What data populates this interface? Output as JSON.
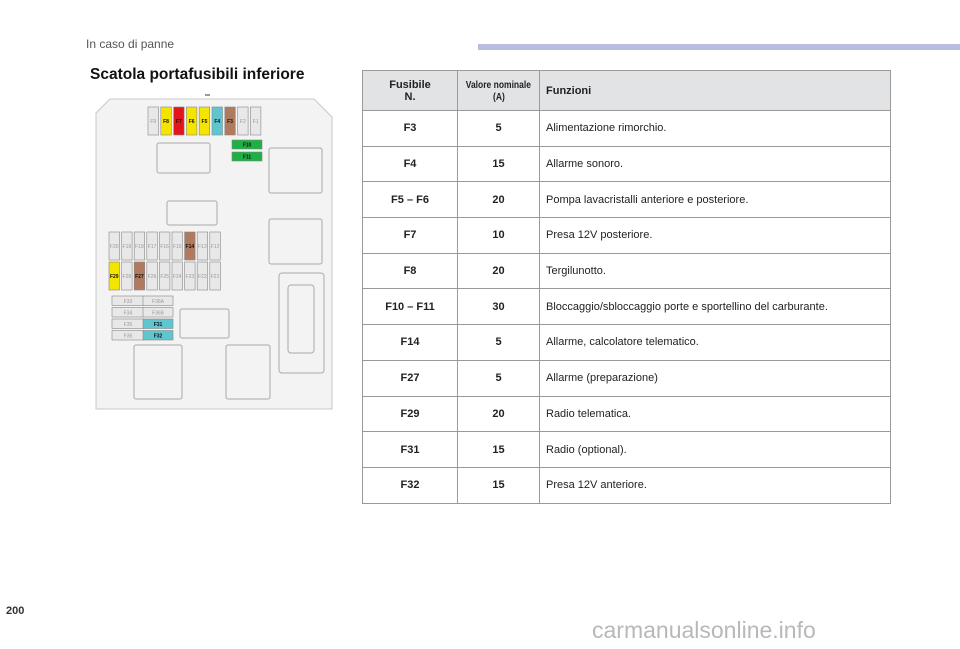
{
  "header": {
    "chapter": "In caso di panne",
    "bar_color": "#b9bde0"
  },
  "section_title": "Scatola portafusibili inferiore",
  "diagram": {
    "top_row": [
      "F9",
      "F8",
      "F7",
      "F6",
      "F5",
      "F4",
      "F3",
      "F2",
      "F1"
    ],
    "side_fuses": [
      "F10",
      "F11"
    ],
    "middle_row": [
      "F20",
      "F19",
      "F18",
      "F17",
      "F16",
      "F15",
      "F14",
      "F13",
      "F12"
    ],
    "bottom_row": [
      "F29",
      "F28",
      "F27",
      "F26",
      "F25",
      "F24",
      "F23",
      "F22",
      "F21"
    ],
    "block_left": [
      "F33",
      "F34",
      "F35",
      "F36"
    ],
    "block_right": [
      "F36A",
      "F36B",
      "F31",
      "F32"
    ],
    "colors": {
      "yellow": "#f5e400",
      "red": "#e3141b",
      "blue": "#5fc6cf",
      "brown": "#b07a5e",
      "green": "#1db043",
      "gray": "#e8e8e8"
    }
  },
  "table": {
    "headers": {
      "fuse_line1": "Fusibile",
      "fuse_line2": "N.",
      "rating_line1": "Valore nominale",
      "rating_line2": "(A)",
      "functions": "Funzioni"
    },
    "rows": [
      {
        "fuse": "F3",
        "rating": "5",
        "function": "Alimentazione rimorchio."
      },
      {
        "fuse": "F4",
        "rating": "15",
        "function": "Allarme sonoro."
      },
      {
        "fuse": "F5 – F6",
        "rating": "20",
        "function": "Pompa lavacristalli anteriore e posteriore."
      },
      {
        "fuse": "F7",
        "rating": "10",
        "function": "Presa 12V posteriore."
      },
      {
        "fuse": "F8",
        "rating": "20",
        "function": "Tergilunotto."
      },
      {
        "fuse": "F10 – F11",
        "rating": "30",
        "function": "Bloccaggio/sbloccaggio porte e sportellino del carburante."
      },
      {
        "fuse": "F14",
        "rating": "5",
        "function": "Allarme, calcolatore telematico."
      },
      {
        "fuse": "F27",
        "rating": "5",
        "function": "Allarme (preparazione)"
      },
      {
        "fuse": "F29",
        "rating": "20",
        "function": "Radio telematica."
      },
      {
        "fuse": "F31",
        "rating": "15",
        "function": "Radio (optional)."
      },
      {
        "fuse": "F32",
        "rating": "15",
        "function": "Presa 12V anteriore."
      }
    ]
  },
  "page_number": "200",
  "watermark": "carmanualsonline.info"
}
